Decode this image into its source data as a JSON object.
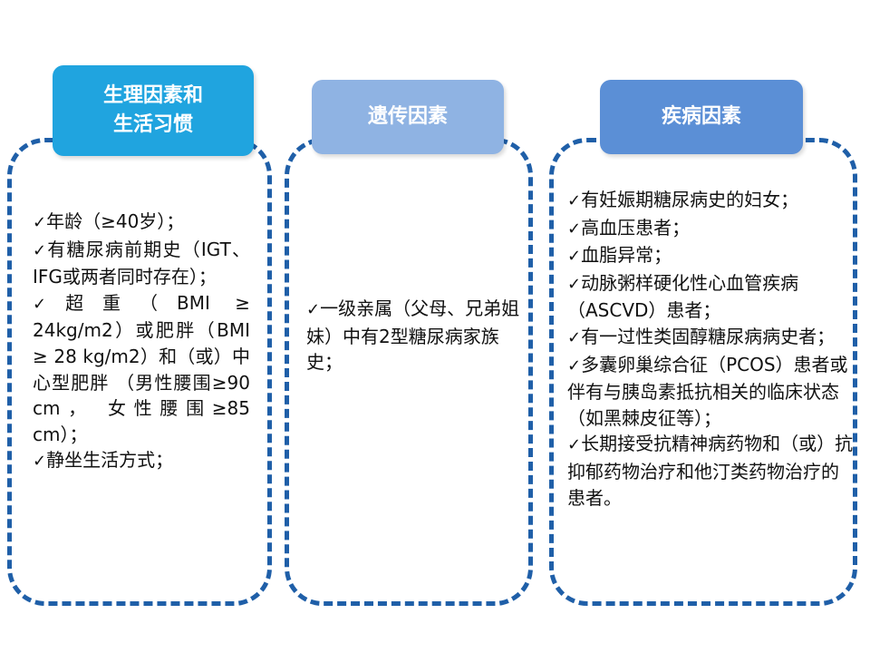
{
  "columns": [
    {
      "header": "生理因素和\n生活习惯",
      "header_color": "#20a4df",
      "items": [
        "年龄（≥40岁）；",
        "有糖尿病前期史（IGT、 IFG或两者同时存在）；",
        "超重（BMI ≥ 24kg/m2）或肥胖（BMI ≥ 28 kg/m2）和（或）中心型肥胖 （男性腰围≥90 cm， 女性腰围≥85 cm）；",
        "静坐生活方式；"
      ]
    },
    {
      "header": "遗传因素",
      "header_color": "#8fb3e3",
      "items": [
        "一级亲属（父母、兄弟姐妹）中有2型糖尿病家族史；"
      ]
    },
    {
      "header": "疾病因素",
      "header_color": "#5b8fd6",
      "items": [
        "有妊娠期糖尿病史的妇女；",
        "高血压患者；",
        "血脂异常；",
        "动脉粥样硬化性心血管疾病（ASCVD）患者；",
        "有一过性类固醇糖尿病病史者；",
        "多囊卵巢综合征（PCOS）患者或伴有与胰岛素抵抗相关的临床状态（如黑棘皮征等）；",
        "长期接受抗精神病药物和（或）抗抑郁药物治疗和他汀类药物治疗的患者。"
      ]
    }
  ],
  "check_glyph": "✓",
  "frame_color": "#1f5fa8"
}
